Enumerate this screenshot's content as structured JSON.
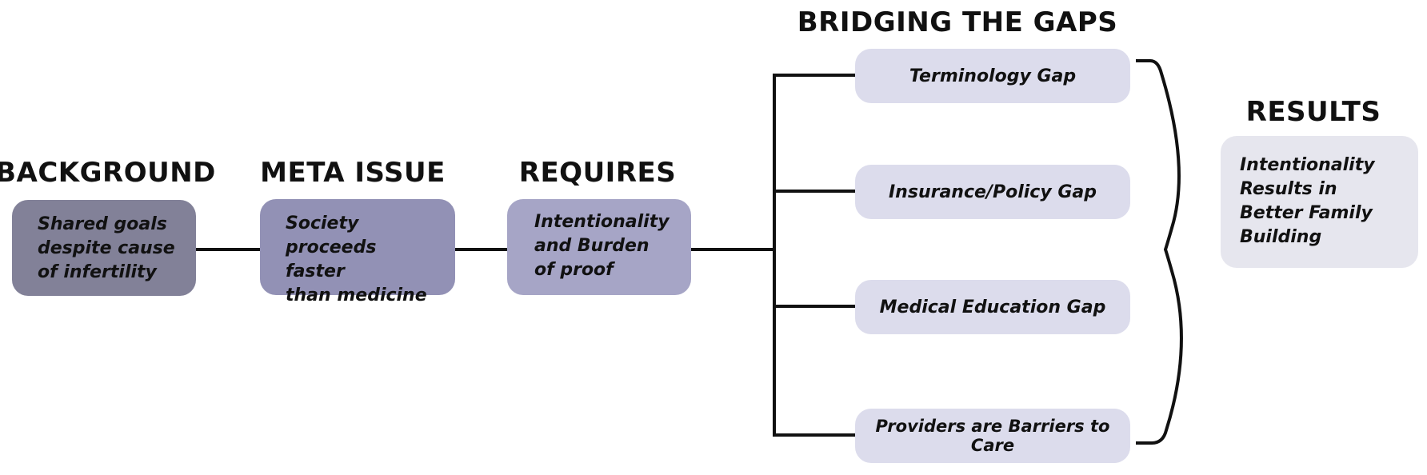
{
  "colors": {
    "background_box": "#828198",
    "meta_box": "#9291b5",
    "requires_box": "#a6a5c6",
    "gap_box": "#dcdcec",
    "result_box": "#e6e6ee",
    "line": "#111111"
  },
  "headings": {
    "background": "BACKGROUND",
    "meta": "META ISSUE",
    "requires": "REQUIRES",
    "bridging": "BRIDGING THE GAPS",
    "results": "RESULTS"
  },
  "boxes": {
    "background": "Shared goals\ndespite cause\nof infertility",
    "meta": "Society\nproceeds faster\nthan medicine",
    "requires": "Intentionality\nand Burden\nof proof"
  },
  "gaps": [
    "Terminology Gap",
    "Insurance/Policy Gap",
    "Medical Education Gap",
    "Providers are Barriers to Care"
  ],
  "result": "Intentionality\nResults in\nBetter Family\nBuilding"
}
